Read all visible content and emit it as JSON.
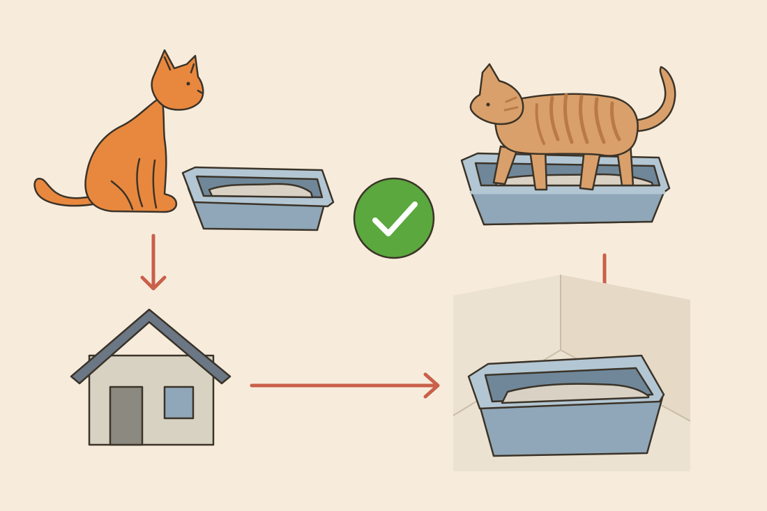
{
  "colors": {
    "background": "#f7ecdc",
    "outline": "#3b3328",
    "orange_cat": "#e8883f",
    "tabby_cat": "#d9a06b",
    "tabby_stripe": "#b97a45",
    "box": "#8fa7b8",
    "box_rim": "#b3c6d3",
    "box_inner": "#6f8799",
    "litter": "#d9d2c4",
    "arrow": "#c9604a",
    "check_bg": "#5aa83e",
    "check_mark": "#ffffff",
    "house_wall": "#d8d2c2",
    "house_roof": "#6b7785",
    "house_door": "#8c8a80",
    "house_window": "#8fa7b8",
    "corner_wall_left": "#ece2d1",
    "corner_wall_right": "#e6dac6"
  },
  "icons": [
    "orange-cat-sitting",
    "litter-box",
    "check-icon",
    "tabby-cat-standing-in-box",
    "down-arrow",
    "house-icon",
    "right-arrow",
    "litter-box-in-corner"
  ]
}
